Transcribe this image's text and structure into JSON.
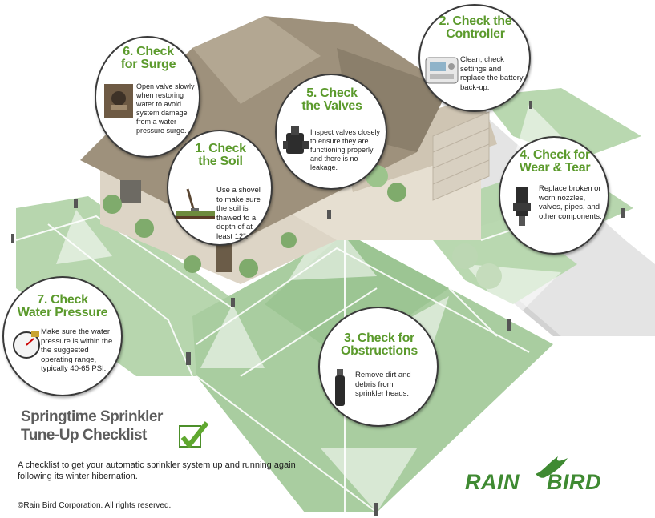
{
  "callouts": [
    {
      "title": "1. Check\nthe Soil",
      "text": "Use a shovel to make sure the soil is thawed to a depth of at least 12\".",
      "icon": "shovel-icon"
    },
    {
      "title": "2. Check the\nController",
      "text": "Clean; check settings and replace the battery back-up.",
      "icon": "controller-icon"
    },
    {
      "title": "3. Check for\nObstructions",
      "text": "Remove dirt and debris from sprinkler heads.",
      "icon": "sprinkler-head-icon"
    },
    {
      "title": "4. Check for\nWear & Tear",
      "text": "Replace broken or worn nozzles, valves, pipes, and other components.",
      "icon": "nozzle-icon"
    },
    {
      "title": "5. Check\nthe Valves",
      "text": "Inspect valves closely to ensure they are functioning properly and there is no leakage.",
      "icon": "valve-icon"
    },
    {
      "title": "6. Check\nfor Surge",
      "text": "Open valve slowly when restoring water to avoid system damage from a water pressure surge.",
      "icon": "valve-box-icon"
    },
    {
      "title": "7. Check\nWater Pressure",
      "text": "Make sure the water pressure is within the the suggested operating range, typically 40-65 PSI.",
      "icon": "pressure-gauge-icon"
    }
  ],
  "heading": {
    "title": "Springtime Sprinkler\nTune-Up Checklist",
    "subtitle": "A checklist to get your automatic sprinkler system up and running again following its winter hibernation.",
    "copyright": "©Rain Bird Corporation.  All rights reserved."
  },
  "brand": {
    "logo": "RAIN BIRD",
    "colors": {
      "green": "#5b9a2c",
      "lawn": "#a9cda0",
      "lawn_dark": "#8fbb84",
      "roof": "#9e917c",
      "wall": "#ddd5c6",
      "logo_green": "#3f8a32"
    }
  }
}
